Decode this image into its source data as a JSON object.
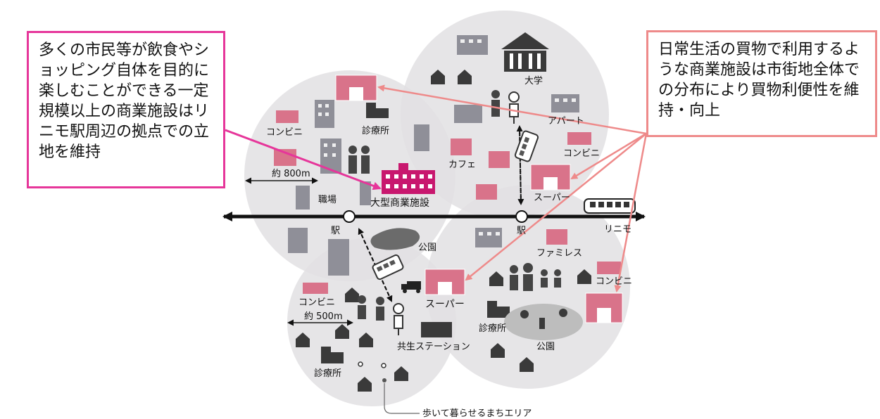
{
  "callouts": {
    "left": "多くの市民等が飲食やショッピング自体を目的に楽しむことができる一定規模以上の商業施設はリニモ駅周辺の拠点での立地を維持",
    "right": "日常生活の買物で利用するような商業施設は市街地全体での分布により買物利便性を維持・向上"
  },
  "labels": {
    "convenience": "コンビニ",
    "clinic": "診療所",
    "distance_800": "約 800m",
    "distance_500": "約 500m",
    "workplace": "職場",
    "large_mall": "大型商業施設",
    "station": "駅",
    "park": "公園",
    "cafe": "カフェ",
    "supermarket": "スーパー",
    "university": "大学",
    "apartment": "アパート",
    "linimo": "リニモ",
    "family_restaurant": "ファミレス",
    "kyosei_station": "共生ステーション",
    "walkable_area": "歩いて暮らせるまちエリア"
  },
  "colors": {
    "callout_left_border": "#e6369a",
    "callout_right_border": "#ee8a8a",
    "mall": "#c8176e",
    "shop": "#d9738a",
    "circle": "#e3e1e4"
  }
}
